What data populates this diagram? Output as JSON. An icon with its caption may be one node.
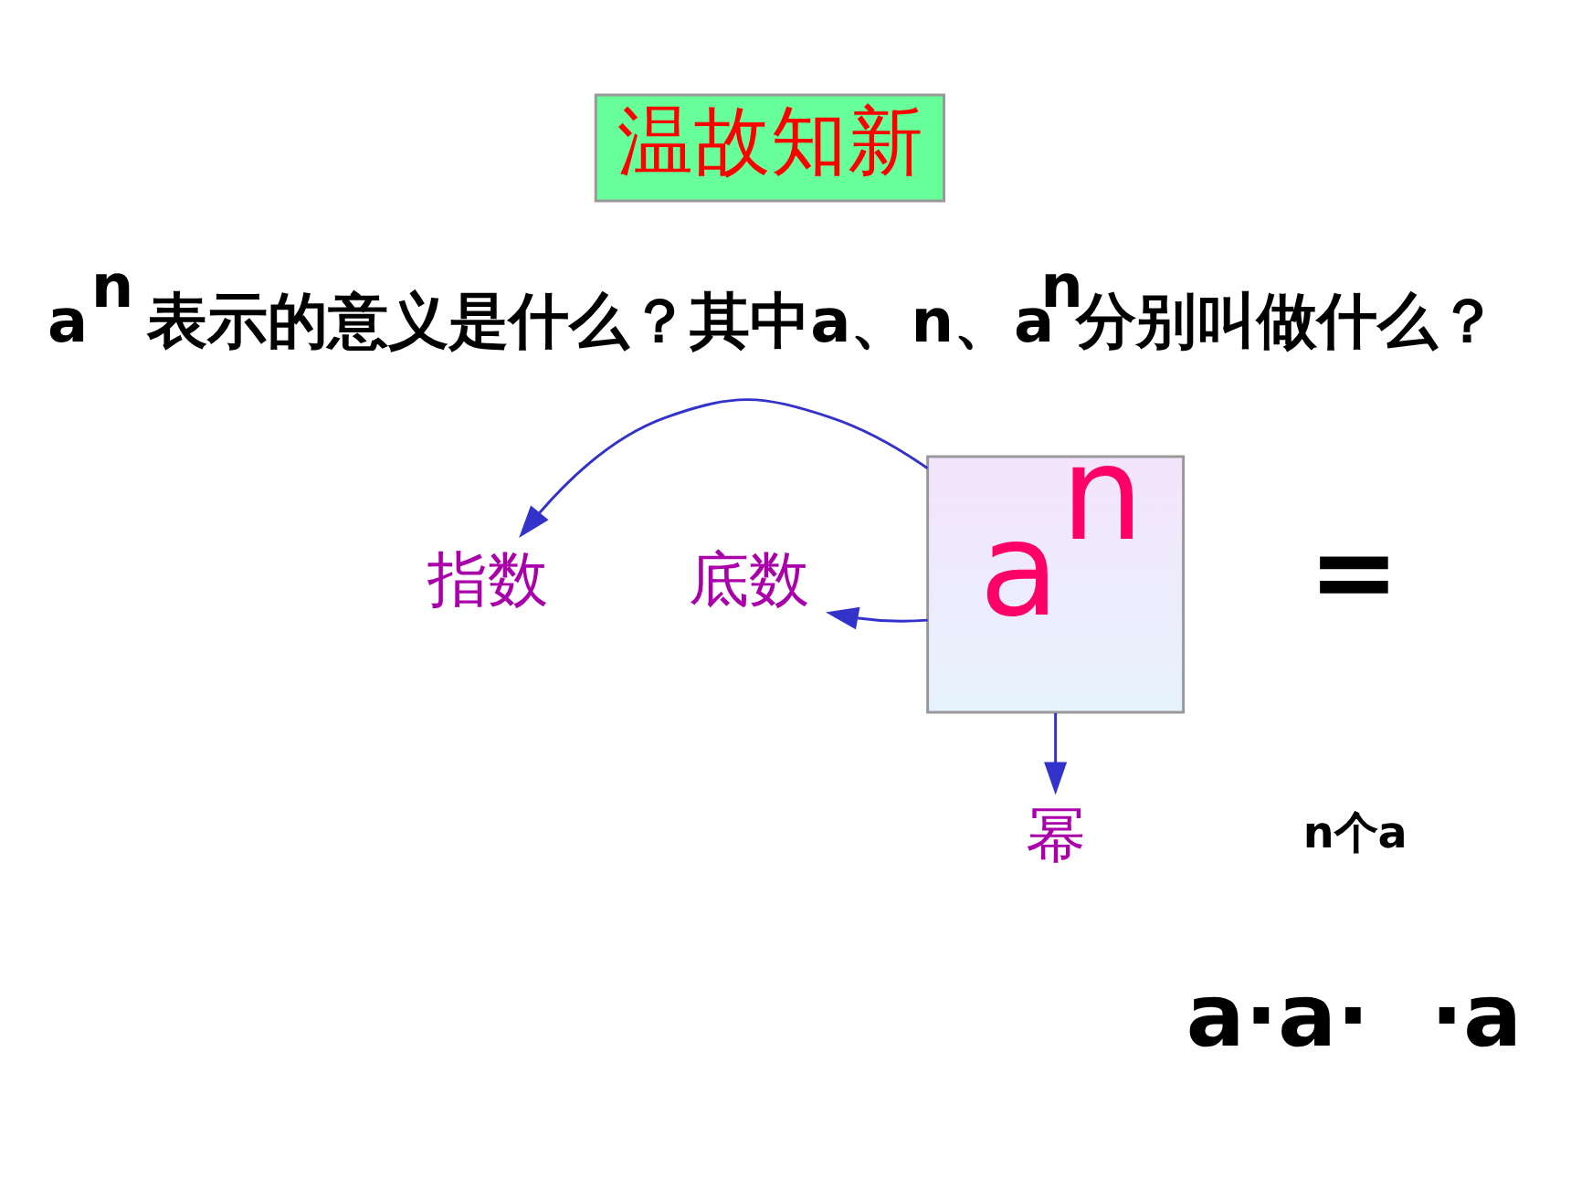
{
  "diagram": {
    "nodes": [
      {
        "text": [
          "温故知新"
        ]
      },
      {
        "text": [
          "a$^{n}$"
        ]
      },
      {
        "text": [
          "指数"
        ]
      },
      {
        "text": [
          "底数"
        ]
      },
      {
        "text": [
          "幂"
        ]
      }
    ],
    "edges": [
      {
        "from": 1,
        "to": 2,
        "arrow": "to"
      },
      {
        "from": 1,
        "to": 3,
        "arrow": "to"
      },
      {
        "from": 1,
        "to": 4,
        "arrow": "to"
      }
    ],
    "labels": [
      "a$^{n}$ 表示的意义是什么？其中a、n、a$^{n}$分别叫做什么？",
      "=",
      "a·a·  ·a",
      "n个a"
    ]
  }
}
